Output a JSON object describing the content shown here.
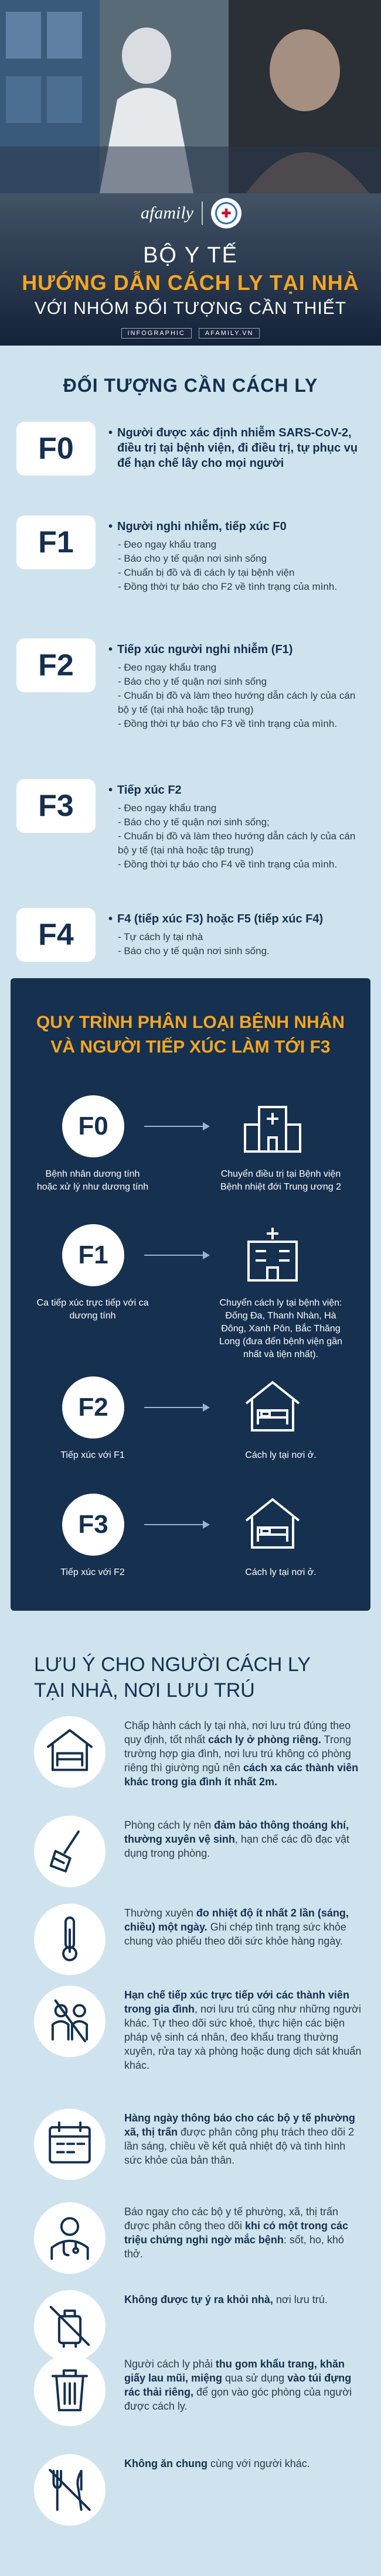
{
  "header": {
    "brand": "afamily",
    "line1": "BỘ Y TẾ",
    "line2": "HƯỚNG DẪN CÁCH LY TẠI NHÀ",
    "line3": "VỚI NHÓM ĐỐI TƯỢNG CẦN THIẾT",
    "tag1": "INFOGRAPHIC",
    "tag2": "AFAMILY.VN"
  },
  "section1": {
    "title": "ĐỐI TƯỢNG CẦN CÁCH LY",
    "groups": [
      {
        "label": "F0",
        "head": "Người được xác định nhiễm SARS-CoV-2, điều trị tại bệnh viện, đi điều trị, tự phục vụ để hạn chế lây cho mọi người",
        "items": []
      },
      {
        "label": "F1",
        "head": "Người nghi nhiễm, tiếp xúc F0",
        "items": [
          "- Đeo ngay khẩu trang",
          "- Báo cho y tế quận nơi sinh sống",
          "- Chuẩn bị đồ và đi cách ly tại bệnh viện",
          "- Đồng thời tự báo cho F2 về tình trạng của mình."
        ]
      },
      {
        "label": "F2",
        "head": "Tiếp xúc người nghi nhiễm (F1)",
        "items": [
          "- Đeo ngay khẩu trang",
          "- Báo cho y tế quận nơi sinh sống",
          "- Chuẩn bị đồ và làm theo hướng dẫn cách ly của cán bộ y tế (tại nhà hoặc tập trung)",
          "- Đồng thời tự báo cho F3 về tình trạng của mình."
        ]
      },
      {
        "label": "F3",
        "head": "Tiếp xúc F2",
        "items": [
          "- Đeo ngay khẩu trang",
          "- Báo cho y tế quận nơi sinh sống;",
          "- Chuẩn bị đồ và làm theo hướng dẫn cách ly của cán bộ y tế (tại nhà hoặc tập trung)",
          "- Đồng thời tự báo cho F4 về tình trạng của mình."
        ]
      },
      {
        "label": "F4",
        "head": "F4 (tiếp xúc F3) hoặc F5 (tiếp xúc F4)",
        "items": [
          "- Tự cách ly tại nhà",
          "- Báo cho y tế quận nơi sinh sống."
        ]
      }
    ]
  },
  "section2": {
    "title_line1": "QUY TRÌNH PHÂN LOẠI BỆNH NHÂN",
    "title_line2": "VÀ NGƯỜI TIẾP XÚC LÀM TỚI F3",
    "rows": [
      {
        "label": "F0",
        "left": "Bệnh nhân dương tính hoặc xử lý như dương tính",
        "right": "Chuyển điều trị tại Bệnh viện Bệnh nhiệt đới Trung ương 2",
        "icon": "hospital-icon"
      },
      {
        "label": "F1",
        "left": "Ca tiếp xúc trực tiếp với ca dương tính",
        "right": "Chuyển cách ly tại bệnh viện: Đống Đa, Thanh Nhàn, Hà Đông, Xanh Pôn, Bắc Thăng Long (đưa đến bệnh viện gần nhất và tiện nhất).",
        "icon": "hospital-building-icon"
      },
      {
        "label": "F2",
        "left": "Tiếp xúc với F1",
        "right": "Cách ly tại nơi ở.",
        "icon": "home-bed-icon"
      },
      {
        "label": "F3",
        "left": "Tiếp xúc với F2",
        "right": "Cách ly tại nơi ở.",
        "icon": "home-bed-icon"
      }
    ]
  },
  "section3": {
    "title_line1": "LƯU Ý CHO NGƯỜI CÁCH LY",
    "title_line2": "TẠI NHÀ, NƠI LƯU TRÚ",
    "notes": [
      {
        "icon": "home-bed-icon",
        "parts": [
          "Chấp hành cách ly tại nhà, nơi lưu trú đúng theo quy định, tốt nhất ",
          "cách ly ở phòng riêng.",
          " Trong trường hợp gia đình, nơi lưu trú không có phòng riêng thì giường ngủ nên ",
          "cách xa các thành viên khác trong gia đình ít nhất 2m."
        ]
      },
      {
        "icon": "broom-icon",
        "parts": [
          "Phòng cách ly nên ",
          "đảm bảo thông thoáng khí, thường xuyên vệ sinh",
          ", hạn chế các đồ đạc vật dụng trong phòng.",
          ""
        ]
      },
      {
        "icon": "thermometer-icon",
        "parts": [
          "Thường xuyên ",
          "đo nhiệt độ ít nhất 2 lần (sáng, chiều) một ngày.",
          " Ghi chép tình trạng sức khỏe chung vào phiếu theo dõi sức khỏe hàng ngày.",
          ""
        ]
      },
      {
        "icon": "no-contact-icon",
        "parts": [
          "",
          "Hạn chế tiếp xúc trực tiếp với các thành viên trong gia đình",
          ", nơi lưu trú cũng như những người khác. Tự theo dõi sức khoẻ, thực hiện các biện pháp vệ sinh cá nhân, đeo khẩu trang thường xuyên, rửa tay xà phòng hoặc dung dịch sát khuẩn khác.",
          ""
        ]
      },
      {
        "icon": "calendar-icon",
        "parts": [
          "",
          "Hàng ngày thông báo cho các bộ y tế phường xã, thị trấn",
          " được phân công phụ trách theo dõi 2 lần sáng, chiều về kết quả nhiệt độ và tình hình sức khỏe của bản thân.",
          ""
        ]
      },
      {
        "icon": "doctor-icon",
        "parts": [
          "Báo ngay cho các bộ y tế phường, xã, thị trấn được phân công theo dõi ",
          "khi có một trong các triệu chứng nghi ngờ mắc bệnh",
          ": sốt, ho, khó thở.",
          ""
        ]
      },
      {
        "icon": "no-travel-icon",
        "parts": [
          "",
          "Không được tự ý ra khỏi nhà,",
          " nơi lưu trú.",
          ""
        ]
      },
      {
        "icon": "trash-icon",
        "parts": [
          "Người cách ly phải ",
          "thu gom khẩu trang, khăn giấy lau mũi, miệng",
          " qua sử dụng ",
          "vào túi đựng rác thải riêng,",
          " để gọn vào góc phòng của người được cách ly."
        ]
      },
      {
        "icon": "no-eating-together-icon",
        "parts": [
          "",
          "Không ăn chung",
          " cùng với người khác.",
          ""
        ]
      }
    ]
  }
}
